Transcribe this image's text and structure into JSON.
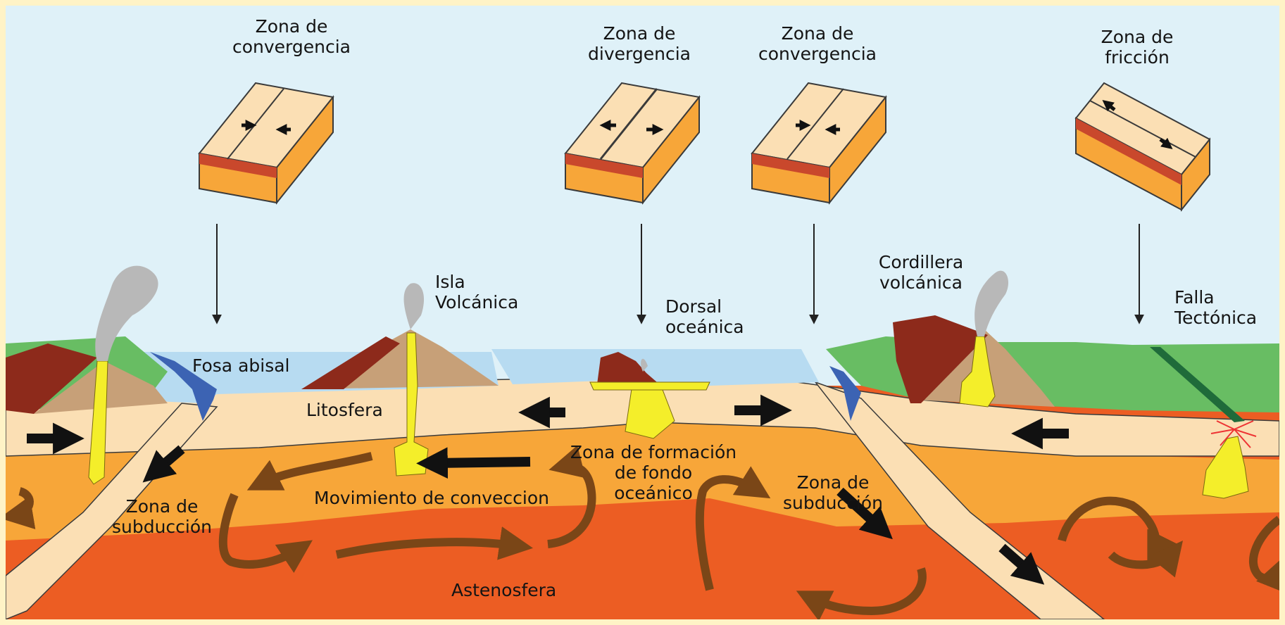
{
  "diagram": {
    "blocks": [
      {
        "title_1": "Zona de",
        "title_2": "convergencia",
        "motion": "converge"
      },
      {
        "title_1": "Zona de",
        "title_2": "divergencia",
        "motion": "diverge"
      },
      {
        "title_1": "Zona de",
        "title_2": "convergencia",
        "motion": "converge"
      },
      {
        "title_1": "Zona de",
        "title_2": "fricción",
        "motion": "slide"
      }
    ],
    "labels": {
      "isla_1": "Isla",
      "isla_2": "Volcánica",
      "dorsal_1": "Dorsal",
      "dorsal_2": "oceánica",
      "cordillera_1": "Cordillera",
      "cordillera_2": "volcánica",
      "falla_1": "Falla",
      "falla_2": "Tectónica",
      "fosa": "Fosa abisal",
      "litosfera": "Litosfera",
      "formacion_1": "Zona  de  formación",
      "formacion_2": "de  fondo",
      "formacion_3": "oceánico",
      "subduccion_left_1": "Zona de",
      "subduccion_left_2": "subducción",
      "conveccion": "Movimiento de conveccion",
      "subduccion_right_1": "Zona de",
      "subduccion_right_2": "subducción",
      "astenosfera": "Astenosfera"
    },
    "colors": {
      "sky": "#dff1f8",
      "ocean": "#b7dbf1",
      "trench": "#3c63b3",
      "land": "#68bd63",
      "lithosphere": "#fbdfb4",
      "mantle": "#f7a639",
      "asthenosphere": "#ec5d23",
      "magma": "#f4ee2a",
      "volcano_dark": "#8d2a1b",
      "volcano_light": "#c7a078",
      "convection_arrow": "#7a4617",
      "smoke": "#b8b8b8",
      "frame": "#fff3c6"
    }
  }
}
